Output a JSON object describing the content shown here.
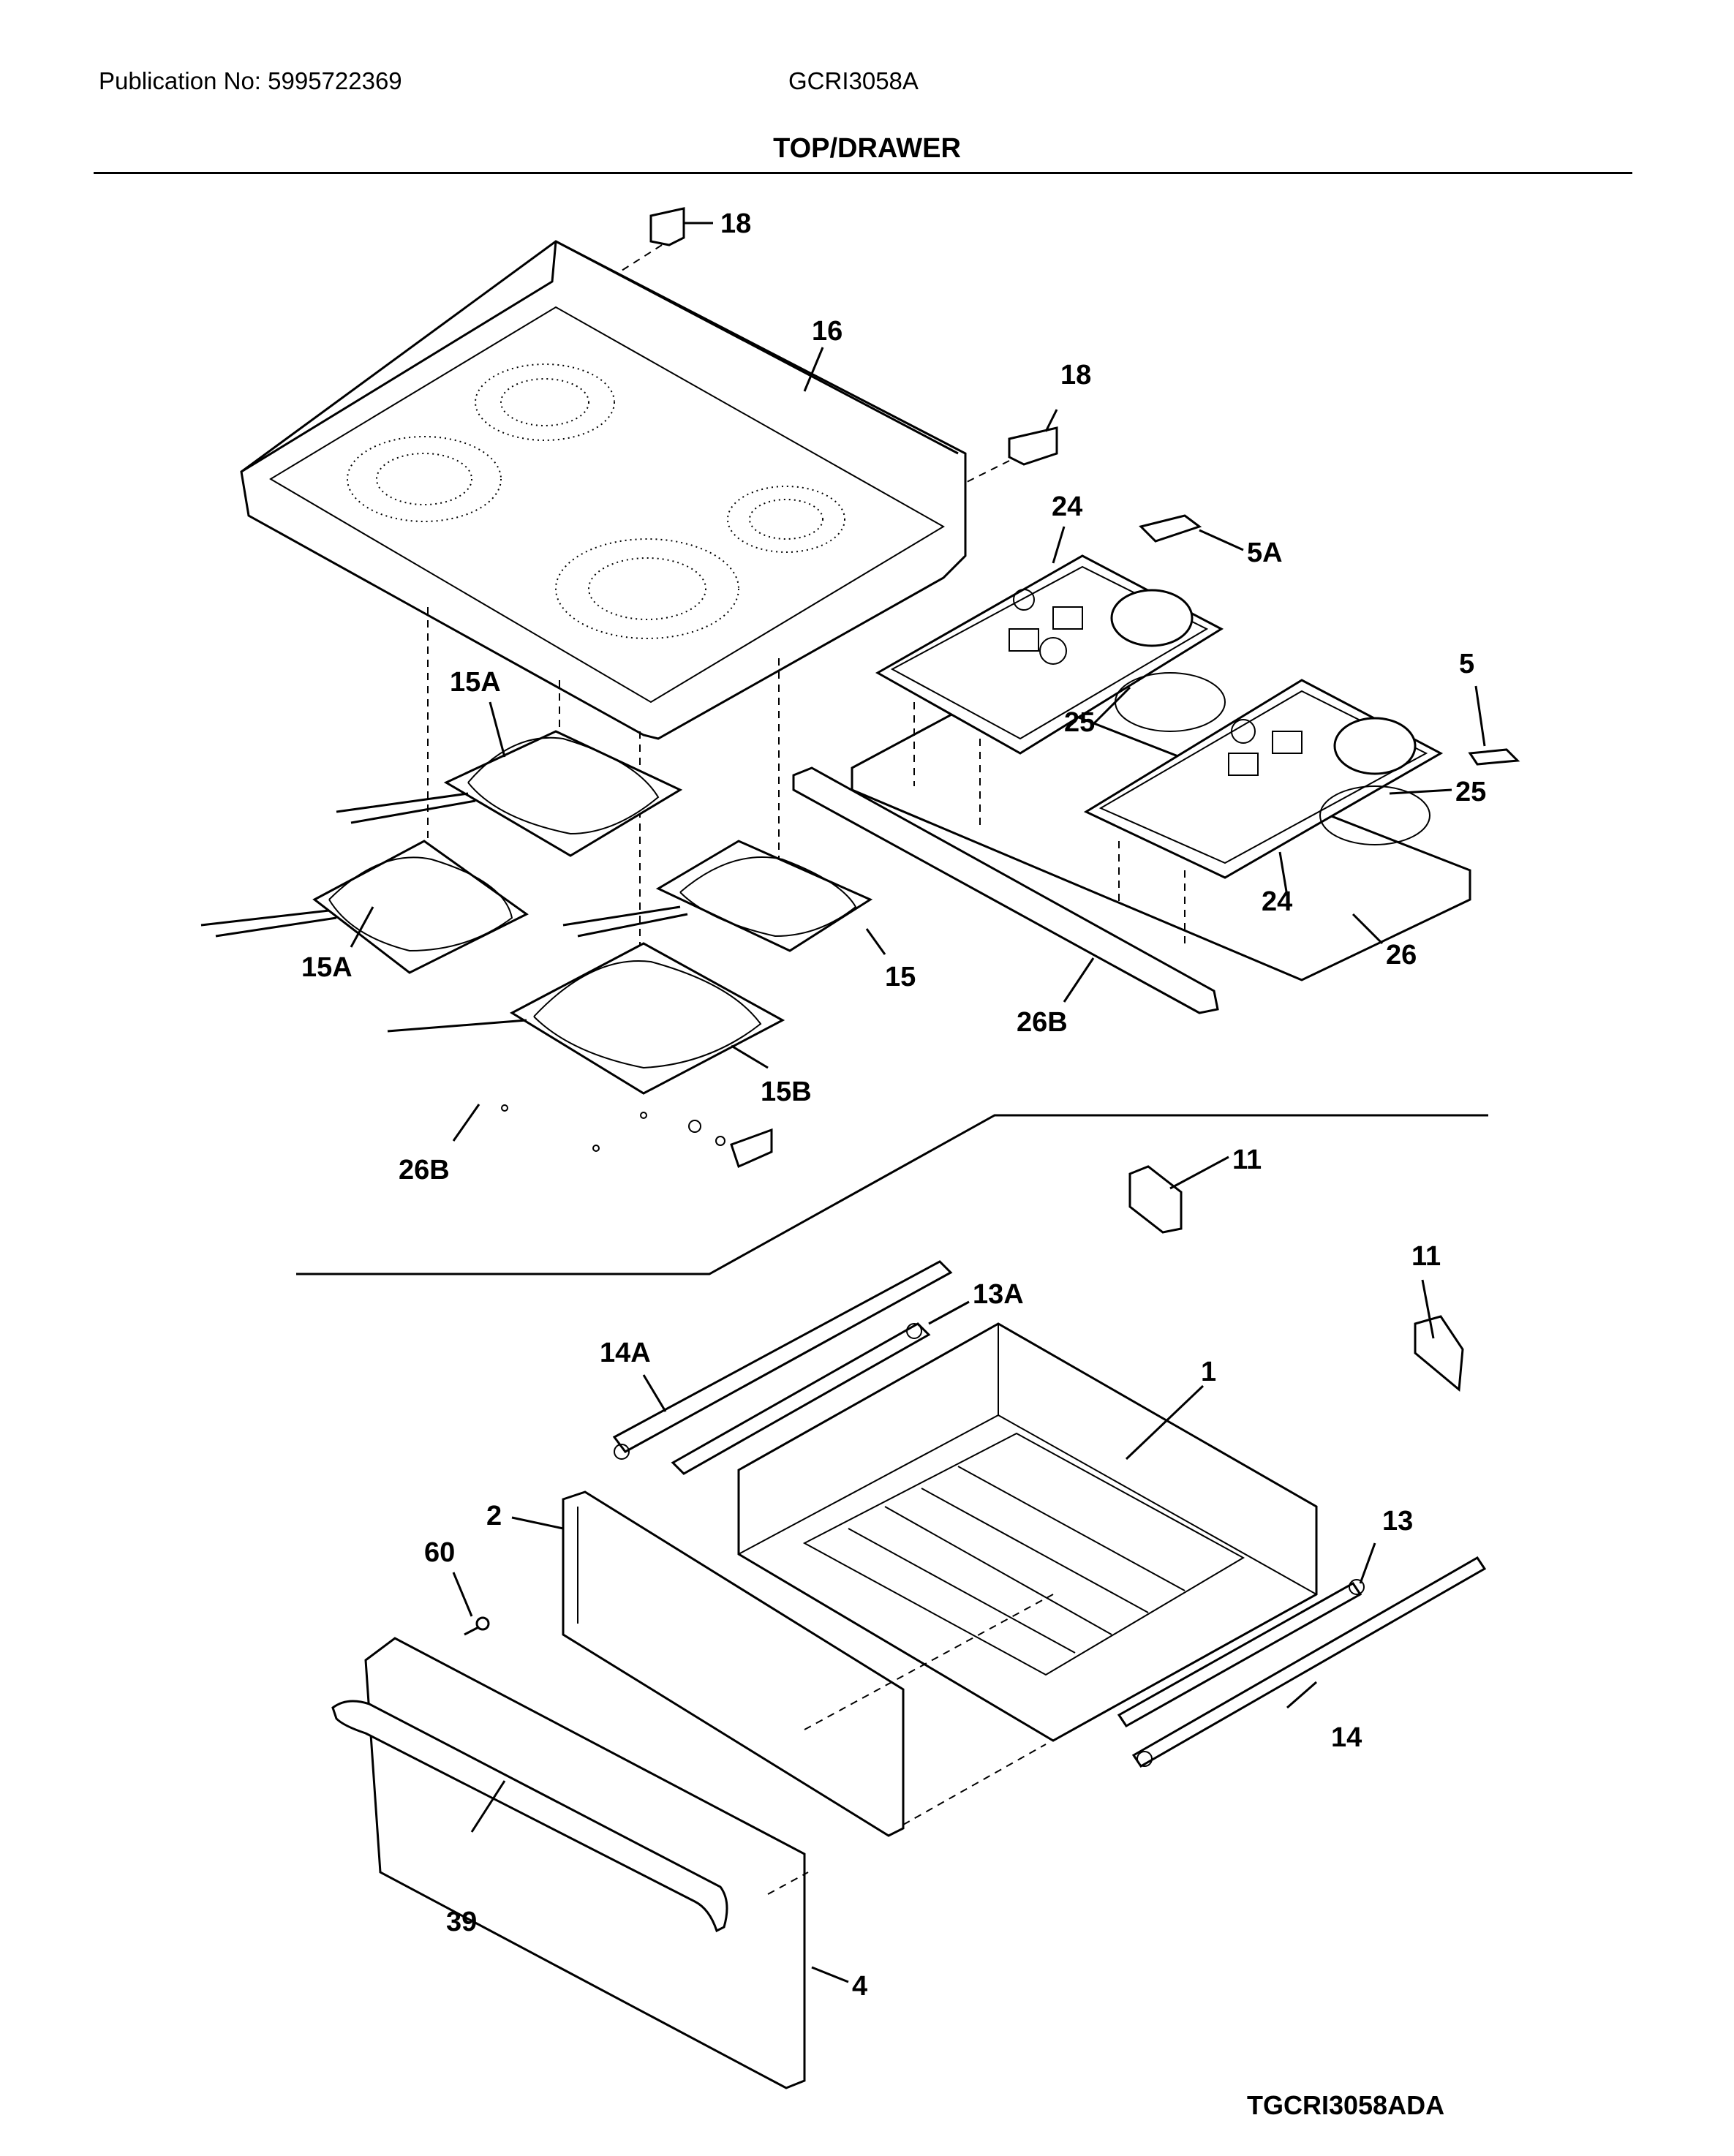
{
  "header": {
    "publication": "Publication No: 5995722369",
    "model": "GCRI3058A",
    "section_title": "TOP/DRAWER"
  },
  "footer": {
    "drawing_code": "TGCRI3058ADA"
  },
  "callouts": {
    "c18a": "18",
    "c16": "16",
    "c18b": "18",
    "c24a": "24",
    "c5a": "5A",
    "c15a_top": "15A",
    "c5": "5",
    "c25a": "25",
    "c25b": "25",
    "c24b": "24",
    "c26": "26",
    "c15a_bot": "15A",
    "c15": "15",
    "c26b_right": "26B",
    "c15b": "15B",
    "c26b_left": "26B",
    "c11a": "11",
    "c11b": "11",
    "c13a": "13A",
    "c14a": "14A",
    "c1": "1",
    "c2": "2",
    "c13": "13",
    "c60": "60",
    "c14": "14",
    "c39": "39",
    "c4": "4"
  }
}
